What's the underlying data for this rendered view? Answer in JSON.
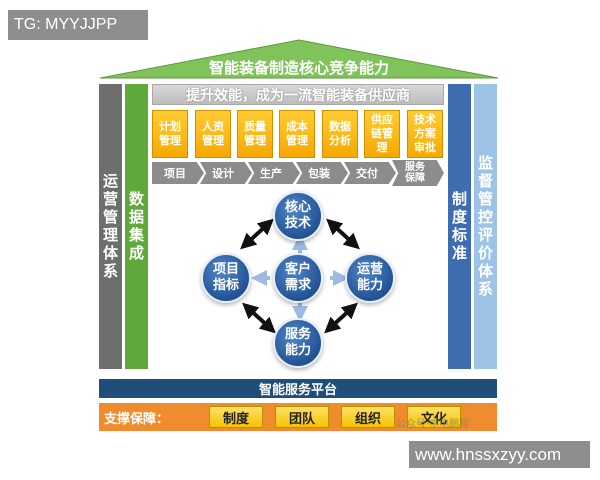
{
  "watermark_top": "TG: MYYJJPP",
  "watermark_bottom": "www.hnssxzyy.com",
  "roof_title": "智能装备制造核心竞争能力",
  "subtitle": "提升效能，成为一流智能装备供应商",
  "left_pillars": [
    "运营管理体系",
    "数据集成"
  ],
  "right_pillars": [
    "制度标准",
    "监督管控评价体系"
  ],
  "modules": [
    "计划\n管理",
    "人资\n管理",
    "质量\n管理",
    "成本\n管理",
    "数据\n分析",
    "供应\n链管\n理",
    "技术\n方案\n审批"
  ],
  "process": [
    "项目",
    "设计",
    "生产",
    "包装",
    "交付",
    "服务\n保障"
  ],
  "capabilities": {
    "top": "核心\n技术",
    "left": "项目\n指标",
    "center": "客户\n需求",
    "right": "运营\n能力",
    "bottom": "服务\n能力"
  },
  "platform": "智能服务平台",
  "support": {
    "label": "支撑保障：",
    "items": [
      "制度",
      "团队",
      "组织",
      "文化"
    ]
  },
  "brand_watermark": "公众号·中电鹏程",
  "colors": {
    "roof": "#7fc35a",
    "green_pillar": "#5fa83a",
    "gray_pillar": "#6e6e6e",
    "blue_pillar": "#3d6db0",
    "lightblue_pillar": "#9dc3e6",
    "module_yellow": "#f6a800",
    "circle_blue": "#2e63a8",
    "platform_navy": "#1f4e79",
    "support_orange": "#f08c2e"
  }
}
